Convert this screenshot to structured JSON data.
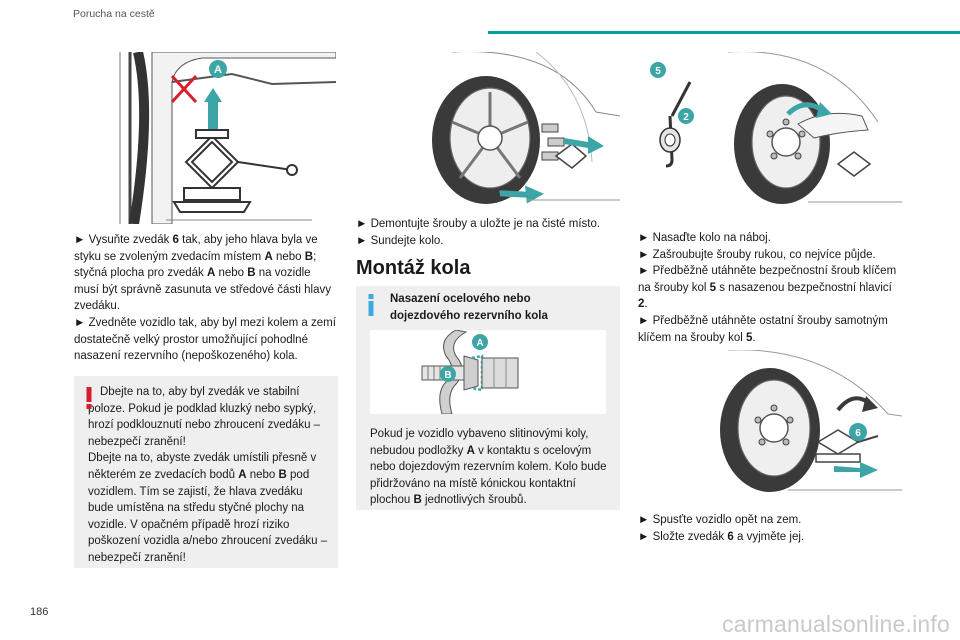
{
  "header": {
    "title": "Porucha na cestě"
  },
  "page_number": "186",
  "watermark": "carmanualsonline.info",
  "colors": {
    "accent": "#009fa0",
    "warning": "#d61e2d",
    "info": "#3ea9e0",
    "label": "#3ea5a6"
  },
  "col1": {
    "labels": {
      "a": "A"
    },
    "para1": {
      "t1": "► Vysuňte zvedák ",
      "b1": "6",
      "t2": " tak, aby jeho hlava byla ve styku se zvoleným zvedacím místem ",
      "b2": "A",
      "t3": " nebo ",
      "b3": "B",
      "t4": "; styčná plocha pro zvedák ",
      "b4": "A",
      "t5": " nebo ",
      "b5": "B",
      "t6": " na vozidle musí být správně zasunuta ve středové části hlavy zvedáku."
    },
    "para2": "► Zvedněte vozidlo tak, aby byl mezi kolem a zemí dostatečně velký prostor umožňující pohodlné nasazení rezervního (nepoškozeného) kola.",
    "warning": {
      "t1": "Dbejte na to, aby byl zvedák ve stabilní poloze. Pokud je podklad kluzký nebo sypký, hrozí podklouznutí nebo zhroucení zvedáku – nebezpečí zranění!",
      "t2": "Dbejte na to, abyste zvedák umístili přesně v některém ze zvedacích bodů ",
      "b1": "A",
      "t3": " nebo ",
      "b2": "B",
      "t4": " pod vozidlem. Tím se zajistí, že hlava zvedáku bude umístěna na středu styčné plochy na vozidle. V opačném případě hrozí riziko poškození vozidla a/nebo zhroucení zvedáku – nebezpečí zranění!"
    }
  },
  "col2": {
    "steps": [
      "► Demontujte šrouby a uložte je na čisté místo.",
      "► Sundejte kolo."
    ],
    "section_title": "Montáž kola",
    "info": {
      "title": "Nasazení ocelového nebo dojezdového rezervního kola",
      "labels": {
        "a": "A",
        "b": "B"
      },
      "t1": "Pokud je vozidlo vybaveno slitinovými koly, nebudou podložky ",
      "b1": "A",
      "t2": " v kontaktu s ocelovým nebo dojezdovým rezervním kolem. Kolo bude přidržováno na místě kónickou kontaktní plochou ",
      "b2": "B",
      "t3": " jednotlivých šroubů."
    }
  },
  "col3": {
    "labels": {
      "five": "5",
      "two": "2",
      "six": "6"
    },
    "step1": "► Nasaďte kolo na náboj.",
    "step2": "► Zašroubujte šrouby rukou, co nejvíce půjde.",
    "step3": {
      "t1": "► Předběžně utáhněte bezpečnostní šroub klíčem na šrouby kol ",
      "b1": "5",
      "t2": " s nasazenou bezpečnostní hlavicí ",
      "b2": "2",
      "t3": "."
    },
    "step4": {
      "t1": "► Předběžně utáhněte ostatní šrouby samotným klíčem na šrouby kol ",
      "b1": "5",
      "t2": "."
    },
    "step5": "► Spusťte vozidlo opět na zem.",
    "step6": {
      "t1": "► Složte zvedák ",
      "b1": "6",
      "t2": " a vyjměte jej."
    }
  }
}
